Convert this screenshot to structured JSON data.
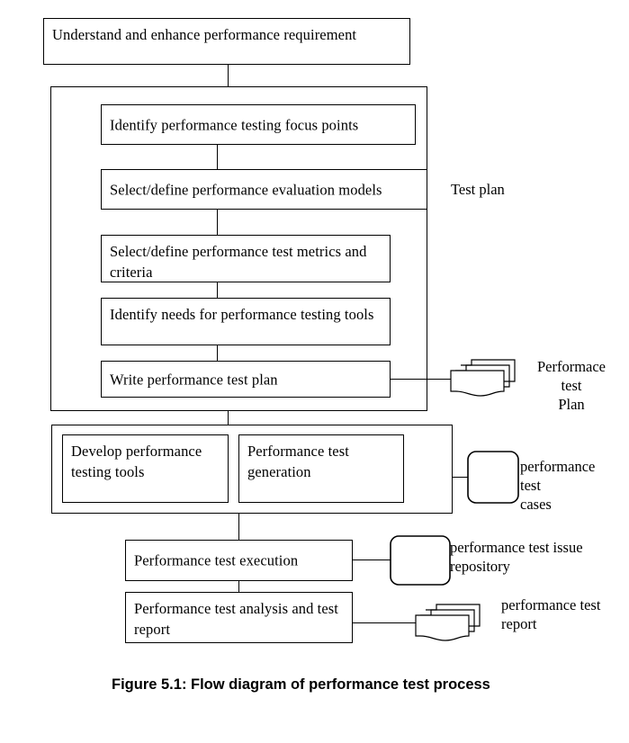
{
  "figure": {
    "caption": "Figure 5.1:  Flow diagram of performance test process",
    "stroke_color": "#000000",
    "background_color": "#ffffff"
  },
  "nodes": {
    "requirement": "Understand and enhance performance requirement",
    "focus_points": "Identify performance testing focus points",
    "evaluation_models": "Select/define performance evaluation models",
    "metrics_criteria": "Select/define performance test metrics and criteria",
    "tool_needs": "Identify needs for performance testing tools",
    "write_plan": "Write performance test plan",
    "develop_tools": "Develop performance testing tools",
    "test_generation": "Performance test generation",
    "test_execution": "Performance test execution",
    "test_analysis": "Performance test analysis and test report"
  },
  "group_labels": {
    "test_plan": "Test plan"
  },
  "artifacts": [
    {
      "name": "performance-test-plan",
      "icon": "document-stack-icon",
      "label": "Performace\ntest\nPlan"
    },
    {
      "name": "performance-test-cases",
      "icon": "data-store-icon",
      "label": "performance\ntest\ncases"
    },
    {
      "name": "performance-test-issue-repository",
      "icon": "data-store-icon",
      "label": "performance test issue\nrepository"
    },
    {
      "name": "performance-test-report",
      "icon": "document-stack-icon",
      "label": "performance test\nreport"
    }
  ]
}
